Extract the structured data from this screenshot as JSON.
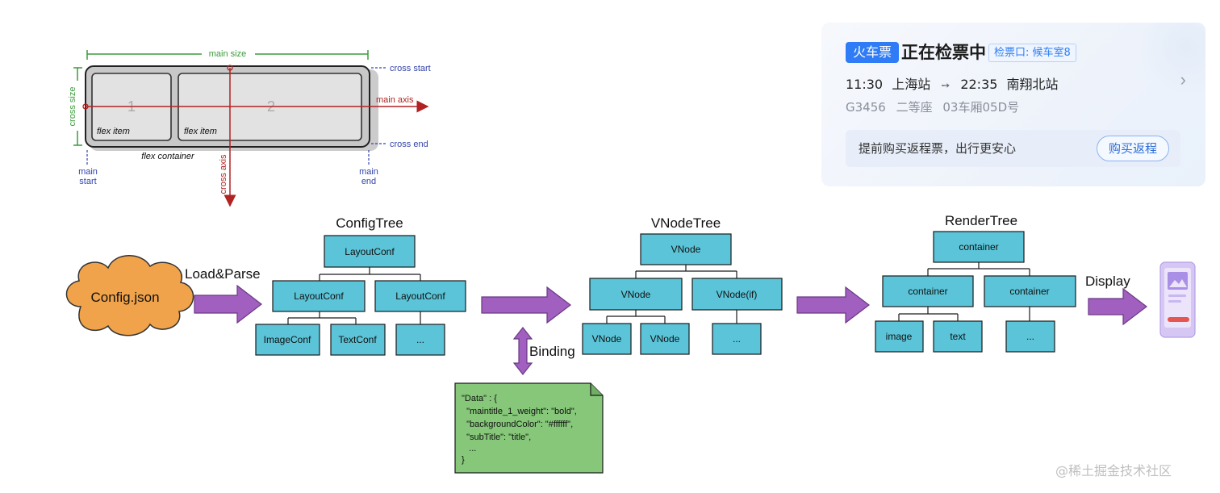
{
  "flexbox": {
    "main_size": "main size",
    "cross_size": "cross size",
    "cross_start": "cross start",
    "cross_end": "cross end",
    "main_axis": "main axis",
    "cross_axis": "cross axis",
    "main_start_1": "main",
    "main_start_2": "start",
    "main_end_1": "main",
    "main_end_2": "end",
    "flex_container": "flex container",
    "item1_number": "1",
    "item2_number": "2",
    "item1_label": "flex item",
    "item2_label": "flex item",
    "colors": {
      "green": "#3a9b3a",
      "blue": "#3344aa",
      "red": "#b22222",
      "box_fill": "#e2e2e2",
      "container_fill": "#c8c8c8"
    }
  },
  "ticket_card": {
    "badge": "火车票",
    "status": "正在检票中",
    "gate": "检票口: 候车室8",
    "depart_time": "11:30",
    "depart_station": "上海站",
    "arrive_time": "22:35",
    "arrive_station": "南翔北站",
    "train_no": "G3456",
    "seat_class": "二等座",
    "seat": "03车厢05D号",
    "promo_text": "提前购买返程票，出行更安心",
    "promo_button": "购买返程",
    "colors": {
      "accent": "#2f7cf6"
    }
  },
  "pipeline": {
    "config_json": "Config.json",
    "load_parse": "Load&Parse",
    "binding": "Binding",
    "display": "Display",
    "config_tree": {
      "title": "ConfigTree",
      "root": "LayoutConf",
      "left": "LayoutConf",
      "right": "LayoutConf",
      "leaf1": "ImageConf",
      "leaf2": "TextConf",
      "leaf3": "..."
    },
    "vnode_tree": {
      "title": "VNodeTree",
      "root": "VNode",
      "left": "VNode",
      "right": "VNode(if)",
      "leaf1": "VNode",
      "leaf2": "VNode",
      "leaf3": "..."
    },
    "render_tree": {
      "title": "RenderTree",
      "root": "container",
      "left": "container",
      "right": "container",
      "leaf1": "image",
      "leaf2": "text",
      "leaf3": "..."
    },
    "data_note": {
      "lines": [
        "\"Data\" : {",
        "  \"maintitle_1_weight\": \"bold\",",
        "  \"backgroundColor\": \"#ffffff\",",
        "  \"subTitle\": \"title\",",
        "   ...",
        "}"
      ]
    },
    "colors": {
      "node_fill": "#5bc4d8",
      "node_stroke": "#1a1a1a",
      "arrow_fill": "#a15fc0",
      "arrow_stroke": "#6a3a84",
      "cloud_fill": "#f0a34a",
      "note_fill": "#86c77a"
    }
  },
  "watermark": "@稀土掘金技术社区"
}
